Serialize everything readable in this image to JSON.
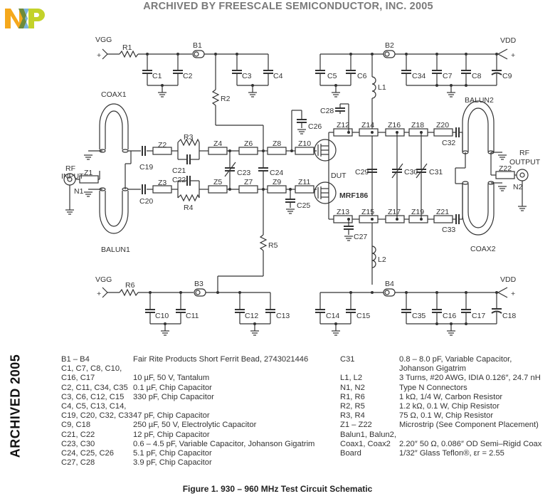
{
  "header": {
    "archive_banner": "ARCHIVED BY FREESCALE SEMICONDUCTOR, INC. 2005",
    "logo_text": "NXP",
    "side_stamp": "ARCHIVED 2005"
  },
  "brand_colors": {
    "n": "#f5a81c",
    "x_left": "#6d8b3c",
    "x_right": "#7ab3dc",
    "p": "#c3d22a"
  },
  "schematic": {
    "labels": {
      "vgg_top": "VGG",
      "vgg_bottom": "VGG",
      "vdd_top": "VDD",
      "vdd_bottom": "VDD",
      "plus": "+",
      "r1": "R1",
      "r2": "R2",
      "r3": "R3",
      "r4": "R4",
      "r5": "R5",
      "r6": "R6",
      "b1": "B1",
      "b2": "B2",
      "b3": "B3",
      "b4": "B4",
      "c1": "C1",
      "c2": "C2",
      "c3": "C3",
      "c4": "C4",
      "c5": "C5",
      "c6": "C6",
      "c7": "C7",
      "c8": "C8",
      "c9": "C9",
      "c10": "C10",
      "c11": "C11",
      "c12": "C12",
      "c13": "C13",
      "c14": "C14",
      "c15": "C15",
      "c16": "C16",
      "c17": "C17",
      "c18": "C18",
      "c19": "C19",
      "c20": "C20",
      "c21": "C21",
      "c22": "C22",
      "c23": "C23",
      "c24": "C24",
      "c25": "C25",
      "c26": "C26",
      "c27": "C27",
      "c28": "C28",
      "c29": "C29",
      "c30": "C30",
      "c31": "C31",
      "c32": "C32",
      "c33": "C33",
      "c34": "C34",
      "c35": "C35",
      "l1": "L1",
      "l2": "L2",
      "z1": "Z1",
      "z2": "Z2",
      "z3": "Z3",
      "z4": "Z4",
      "z5": "Z5",
      "z6": "Z6",
      "z7": "Z7",
      "z8": "Z8",
      "z9": "Z9",
      "z10": "Z10",
      "z11": "Z11",
      "z12": "Z12",
      "z13": "Z13",
      "z14": "Z14",
      "z15": "Z15",
      "z16": "Z16",
      "z17": "Z17",
      "z18": "Z18",
      "z19": "Z19",
      "z20": "Z20",
      "z21": "Z21",
      "z22": "Z22",
      "coax1": "COAX1",
      "coax2": "COAX2",
      "balun1": "BALUN1",
      "balun2": "BALUN2",
      "rf_in_1": "RF",
      "rf_in_2": "INPUT",
      "rf_out_1": "RF",
      "rf_out_2": "OUTPUT",
      "n1": "N1",
      "n2": "N2",
      "dut": "DUT",
      "device": "MRF186"
    }
  },
  "parts_list": {
    "left": [
      {
        "ref": "B1 – B4",
        "desc": "Fair Rite Products Short Ferrit Bead, 2743021446"
      },
      {
        "ref": "C1, C7, C8, C10,",
        "desc": ""
      },
      {
        "ref": "C16, C17",
        "desc": "10 µF, 50 V, Tantalum"
      },
      {
        "ref": "C2, C11, C34, C35",
        "desc": "0.1 µF, Chip Capacitor"
      },
      {
        "ref": "C3, C6, C12, C15",
        "desc": "330 pF, Chip Capacitor"
      },
      {
        "ref": "C4, C5, C13, C14,",
        "desc": ""
      },
      {
        "ref": "C19, C20, C32, C33",
        "desc": "47 pF, Chip Capacitor"
      },
      {
        "ref": "C9, C18",
        "desc": "250 µF, 50 V, Electrolytic Capacitor"
      },
      {
        "ref": "C21, C22",
        "desc": "12 pF, Chip Capacitor"
      },
      {
        "ref": "C23, C30",
        "desc": "0.6 – 4.5 pF, Variable Capacitor, Johanson Gigatrim"
      },
      {
        "ref": "C24, C25, C26",
        "desc": "5.1 pF, Chip Capacitor"
      },
      {
        "ref": "C27, C28",
        "desc": "3.9 pF, Chip Capacitor"
      }
    ],
    "right": [
      {
        "ref": "C31",
        "desc": "0.8 – 8.0 pF, Variable Capacitor,"
      },
      {
        "ref": "",
        "desc": "Johanson Gigatrim"
      },
      {
        "ref": "L1, L2",
        "desc": "3 Turns, #20 AWG, IDIA 0.126″, 24.7 nH"
      },
      {
        "ref": "N1, N2",
        "desc": "Type N Connectors"
      },
      {
        "ref": "R1, R6",
        "desc": "1 kΩ, 1/4 W, Carbon Resistor"
      },
      {
        "ref": "R2, R5",
        "desc": "1.2 kΩ, 0.1 W, Chip Resistor"
      },
      {
        "ref": "R3, R4",
        "desc": "75 Ω, 0.1 W, Chip Resistor"
      },
      {
        "ref": "Z1 – Z22",
        "desc": "Microstrip (See Component Placement)"
      },
      {
        "ref": "Balun1, Balun2,",
        "desc": ""
      },
      {
        "ref": "Coax1, Coax2",
        "desc": "2.20″ 50 Ω, 0.086″ OD Semi–Rigid Coax"
      },
      {
        "ref": "Board",
        "desc": "1/32″ Glass Teflon®, εr = 2.55"
      }
    ]
  },
  "caption": "Figure 1. 930 – 960 MHz Test Circuit Schematic"
}
